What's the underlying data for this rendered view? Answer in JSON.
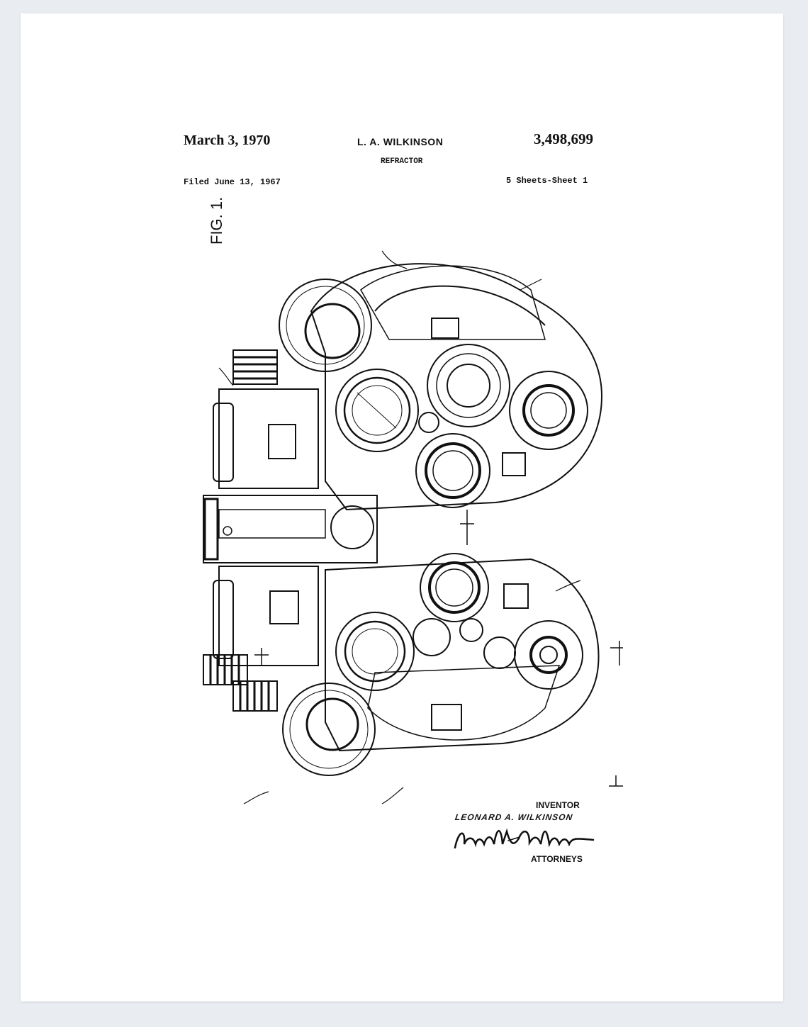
{
  "header": {
    "date": "March 3, 1970",
    "inventor": "L. A. WILKINSON",
    "patent_number": "3,498,699",
    "title": "REFRACTOR",
    "filed": "Filed June 13, 1967",
    "sheets": "5 Sheets-Sheet 1"
  },
  "figure": {
    "label": "FIG. 1."
  },
  "footer": {
    "inventor_label": "INVENTOR",
    "inventor_name": "LEONARD A. WILKINSON",
    "signature": "Amster & Rothstein",
    "attorneys_label": "ATTORNEYS"
  },
  "colors": {
    "background": "#e9ecf1",
    "sheet": "#ffffff",
    "ink": "#111111"
  }
}
